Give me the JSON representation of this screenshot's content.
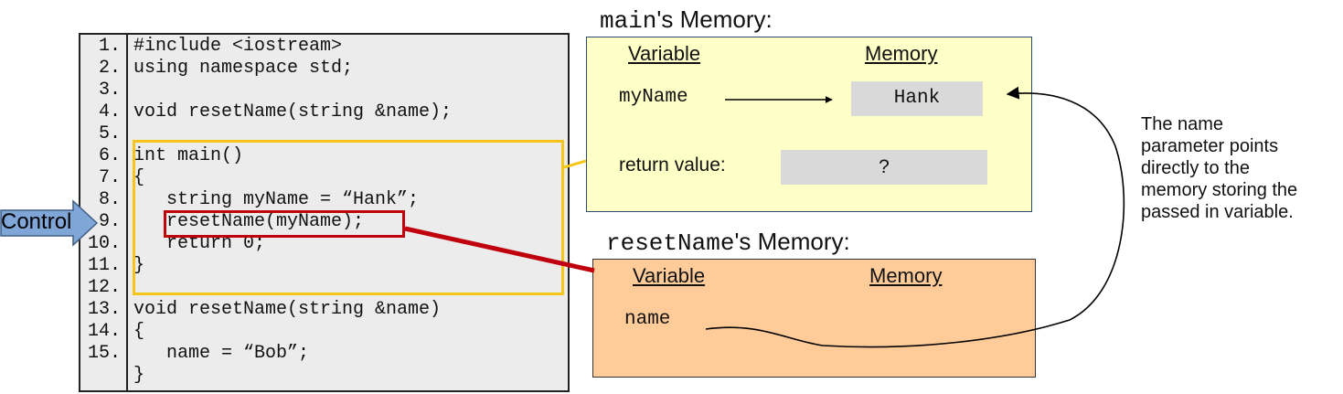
{
  "code": {
    "line_numbers": [
      "1.",
      "2.",
      "3.",
      "4.",
      "5.",
      "6.",
      "7.",
      "8.",
      "9.",
      "10.",
      "11.",
      "12.",
      "13.",
      "14.",
      "15."
    ],
    "lines": [
      "#include <iostream>",
      "using namespace std;",
      "",
      "void resetName(string &name);",
      "",
      "int main()",
      "{",
      "   string myName = “Hank”;",
      "   resetName(myName);",
      "   return 0;",
      "}",
      "",
      "void resetName(string &name)",
      "{",
      "   name = “Bob”;",
      "}"
    ],
    "current_line": 9
  },
  "control": {
    "label": "Control"
  },
  "main_memory": {
    "title_code": "main",
    "title_suffix": "'s Memory:",
    "variable_header": "Variable",
    "memory_header": "Memory",
    "rows": [
      {
        "variable": "myName",
        "value": "Hank"
      },
      {
        "variable": "return value:",
        "value": "?"
      }
    ]
  },
  "reset_memory": {
    "title_code": "resetName",
    "title_suffix": "'s Memory:",
    "variable_header": "Variable",
    "memory_header": "Memory",
    "rows": [
      {
        "variable": "name"
      }
    ]
  },
  "description": "The name\nparameter points\ndirectly to the\nmemory storing the\npassed in variable.",
  "colors": {
    "main_highlight": "#f5c518",
    "call_highlight": "#c0000c",
    "main_memory_bg": "#ffffc8",
    "reset_memory_bg": "#ffcc99",
    "control_arrow": "#7fa6d6"
  }
}
